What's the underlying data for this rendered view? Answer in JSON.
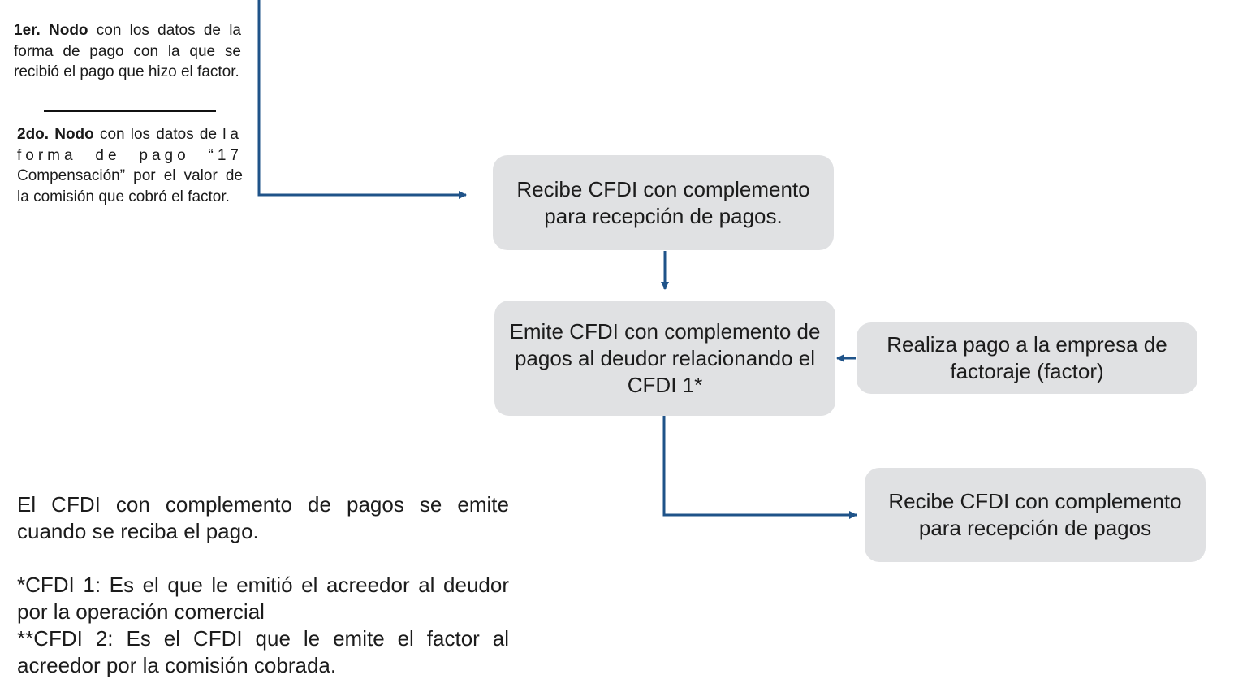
{
  "colors": {
    "connector": "#1f5389",
    "box_fill": "#e0e1e3",
    "text": "#1c1c1c"
  },
  "notes": {
    "node1": {
      "bold": "1er. Nodo",
      "text": " con los datos de la forma de pago con la que se recibió el pago que hizo el factor."
    },
    "node2": {
      "bold": "2do. Nodo",
      "text_before": " con los datos de ",
      "spaced": "la forma de pago “17",
      "text_after": " Compensación” por el valor de la comisión que cobró el factor."
    }
  },
  "boxes": {
    "receive_cfdi": "Recibe CFDI con complemento para recepción de pagos.",
    "emit_cfdi": "Emite CFDI con complemento de pagos al deudor relacionando el CFDI 1*",
    "payment_to_factor": "Realiza pago a la empresa de factoraje (factor)",
    "receive_cfdi_final": "Recibe CFDI con complemento para recepción de pagos"
  },
  "footnotes": {
    "emission_note": "El CFDI con complemento de pagos se emite cuando se reciba el pago.",
    "cfdi1": "*CFDI 1: Es el que le emitió el acreedor al deudor por la operación comercial",
    "cfdi2": "**CFDI 2: Es el CFDI que le emite el factor al acreedor por la comisión cobrada."
  }
}
